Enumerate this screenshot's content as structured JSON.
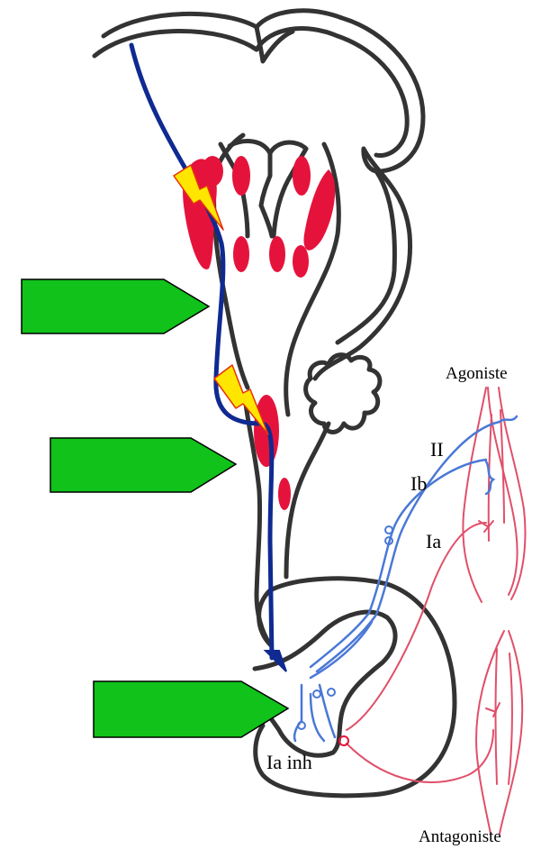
{
  "labels": {
    "agoniste": "Agoniste",
    "ii": "II",
    "ib": "Ib",
    "ia": "Ia",
    "ia_inh": "Ia inh",
    "antagoniste": "Antagoniste"
  },
  "colors": {
    "outline": "#333333",
    "nuclei": "#e5133c",
    "muscle": "#e0506a",
    "afferent": "#4a78d6",
    "descending_pathway": "#0f2a90",
    "marker": "#10c21a",
    "lesion": "#ffe600"
  },
  "markers": [
    "green-arrow-marker",
    "green-arrow-marker",
    "green-arrow-marker"
  ],
  "icons": [
    "lightning-bolt-icon",
    "lightning-bolt-icon"
  ]
}
